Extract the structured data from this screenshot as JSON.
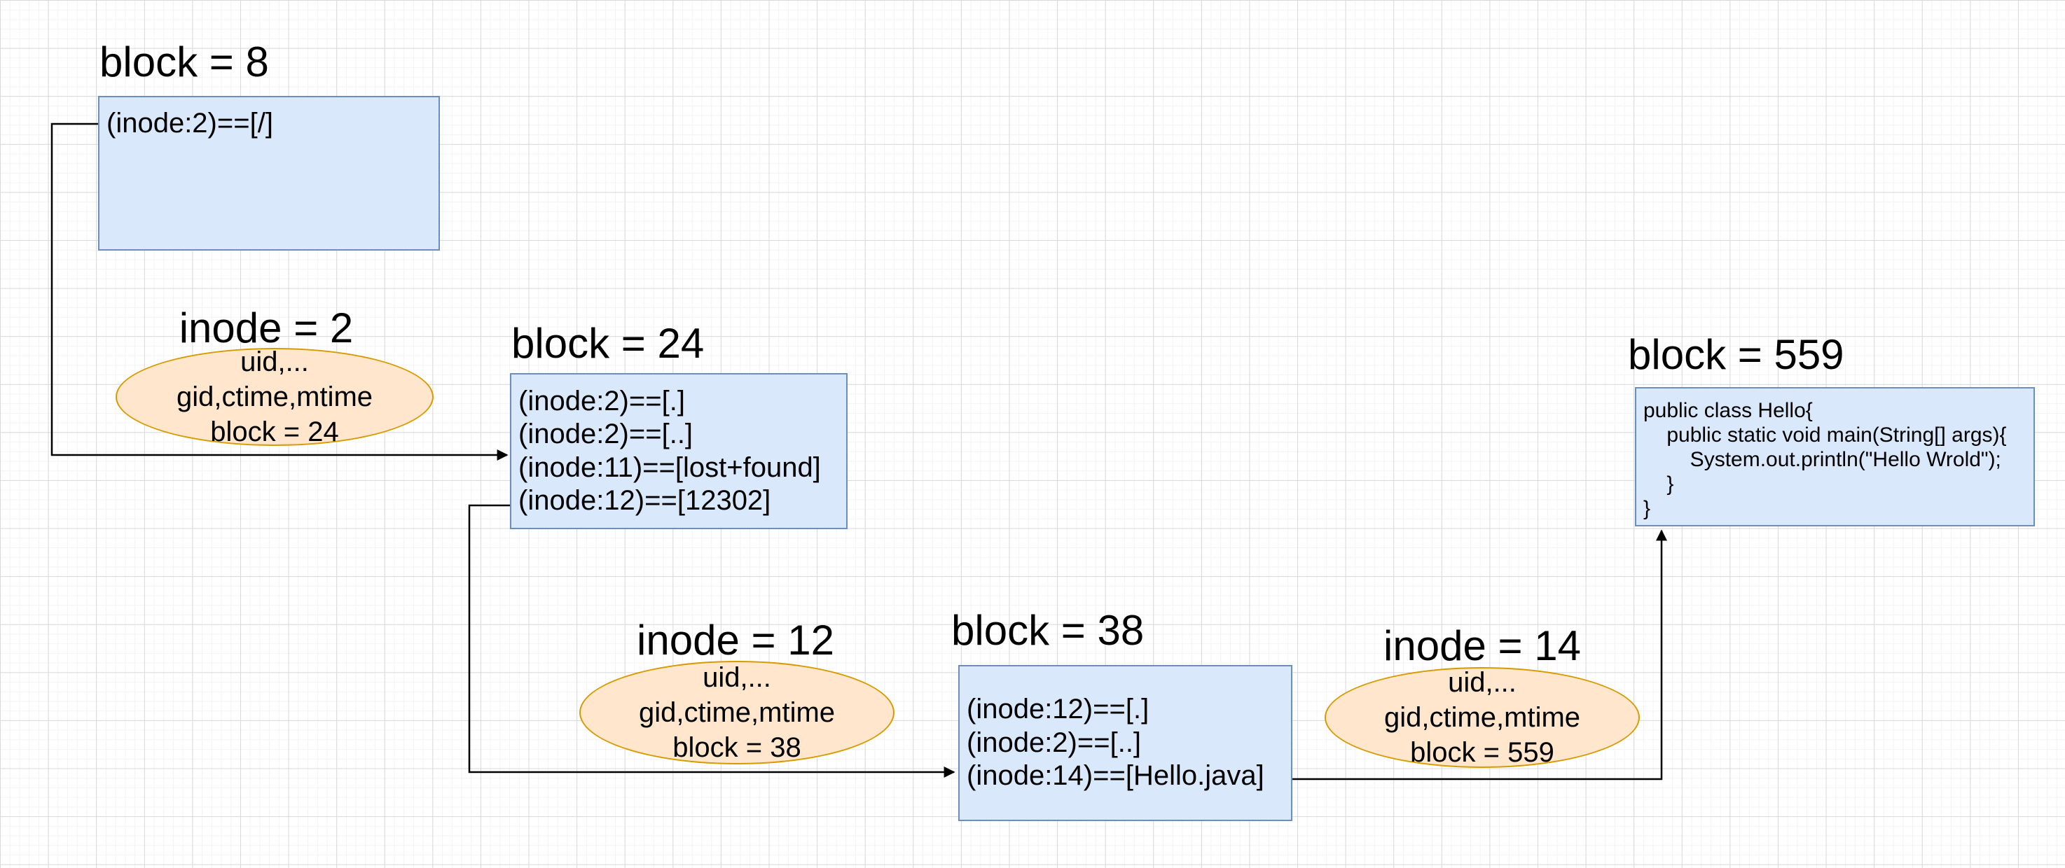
{
  "canvas": {
    "background": "#ffffff",
    "grid_minor_color": "#f3f3f3",
    "grid_major_color": "#d9d9d9"
  },
  "colors": {
    "block_fill": "#dae8fc",
    "block_stroke": "#6c8ebf",
    "inode_fill": "#ffe6cc",
    "inode_stroke": "#d79b00",
    "arrow": "#000000",
    "text": "#000000"
  },
  "blocks": {
    "b8": {
      "title": "block = 8",
      "lines": [
        "(inode:2)==[/]"
      ]
    },
    "b24": {
      "title": "block = 24",
      "lines": [
        "(inode:2)==[.]",
        "(inode:2)==[..]",
        "(inode:11)==[lost+found]",
        "(inode:12)==[12302]"
      ]
    },
    "b38": {
      "title": "block = 38",
      "lines": [
        "(inode:12)==[.]",
        "(inode:2)==[..]",
        "(inode:14)==[Hello.java]"
      ]
    },
    "b559": {
      "title": "block = 559",
      "code_lines": [
        "public class Hello{",
        "    public static void main(String[] args){",
        "        System.out.println(\"Hello Wrold\");",
        "    }",
        "}"
      ]
    }
  },
  "inodes": {
    "i2": {
      "title": "inode = 2",
      "lines": [
        "uid,...",
        "gid,ctime,mtime",
        "block = 24"
      ]
    },
    "i12": {
      "title": "inode = 12",
      "lines": [
        "uid,...",
        "gid,ctime,mtime",
        "block = 38"
      ]
    },
    "i14": {
      "title": "inode = 14",
      "lines": [
        "uid,...",
        "gid,ctime,mtime",
        "block = 559"
      ]
    }
  },
  "edges": [
    {
      "from": "block 8 : (inode:2)==[/]",
      "to": "block 24"
    },
    {
      "from": "block 24 : (inode:12)==[12302]",
      "to": "block 38"
    },
    {
      "from": "block 38 : (inode:14)==[Hello.java]",
      "to": "block 559"
    }
  ]
}
